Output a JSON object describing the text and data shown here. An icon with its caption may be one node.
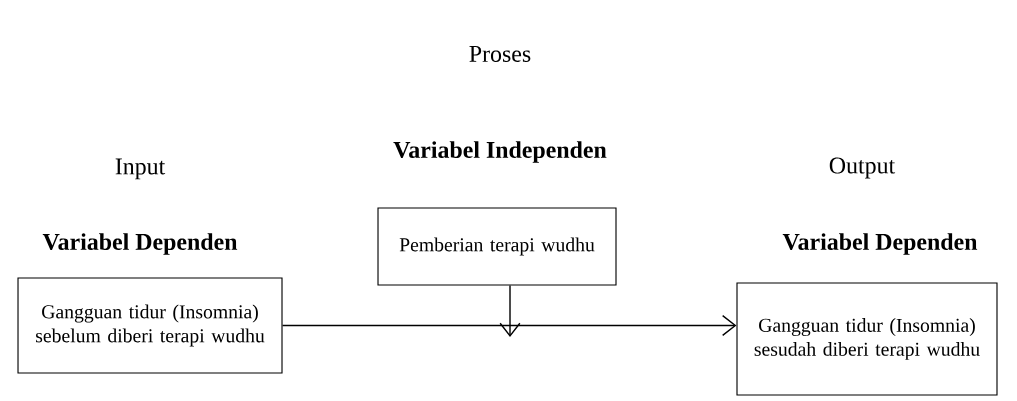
{
  "diagram": {
    "nodes": [
      {
        "text": [
          "Variabel Dependen",
          "Gangguan tidur (Insomnia) sebelum diberi terapi wudhu"
        ]
      },
      {
        "text": [
          "Variabel Independen",
          "Pemberian terapi wudhu"
        ]
      },
      {
        "text": [
          "Variabel Dependen",
          "Gangguan tidur (Insomnia) sesudah diberi terapi wudhu"
        ]
      }
    ],
    "edges": [
      {
        "from": 0,
        "to": 2,
        "arrow": "to"
      },
      {
        "from": 1,
        "to": null,
        "arrow": "to"
      }
    ],
    "labels": [
      "Proses",
      "Input",
      "Output"
    ]
  }
}
